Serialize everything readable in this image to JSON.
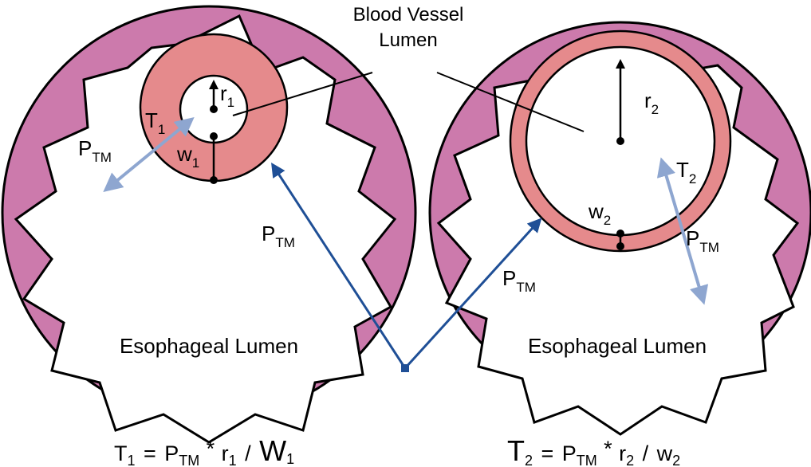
{
  "colors": {
    "esophagus_wall": "#cc7aac",
    "vessel_wall": "#e58a8c",
    "outline": "#000000",
    "pressure_arrow_dark": "#1f4f96",
    "pressure_arrow_light": "#8ea6d0",
    "background": "#ffffff"
  },
  "labels": {
    "blood_vessel_line1": "Blood Vessel",
    "blood_vessel_line2": "Lumen",
    "left_esophageal_lumen": "Esophageal Lumen",
    "right_esophageal_lumen": "Esophageal Lumen",
    "p_main": "P",
    "p_sub": "TM",
    "left": {
      "r": "r",
      "r_sub": "1",
      "t": "T",
      "t_sub": "1",
      "w": "w",
      "w_sub": "1",
      "p": "P",
      "p_sub": "TM"
    },
    "right": {
      "r": "r",
      "r_sub": "2",
      "t": "T",
      "t_sub": "2",
      "w": "w",
      "w_sub": "2",
      "p": "P",
      "p_sub": "TM"
    },
    "p_center": "P",
    "p_center_sub": "TM"
  },
  "equations": {
    "left": {
      "t": "T",
      "t_sub": "1",
      "eq": "=",
      "p": "P",
      "p_sub": "TM",
      "op": "*",
      "r": "r",
      "r_sub": "1",
      "div": "/",
      "w": "W",
      "w_sub": "1"
    },
    "right": {
      "t": "T",
      "t_sub": "2",
      "eq": "=",
      "p": "P",
      "p_sub": "TM",
      "op": "*",
      "r": "r",
      "r_sub": "2",
      "div": "/",
      "w": "w",
      "w_sub": "2"
    }
  }
}
